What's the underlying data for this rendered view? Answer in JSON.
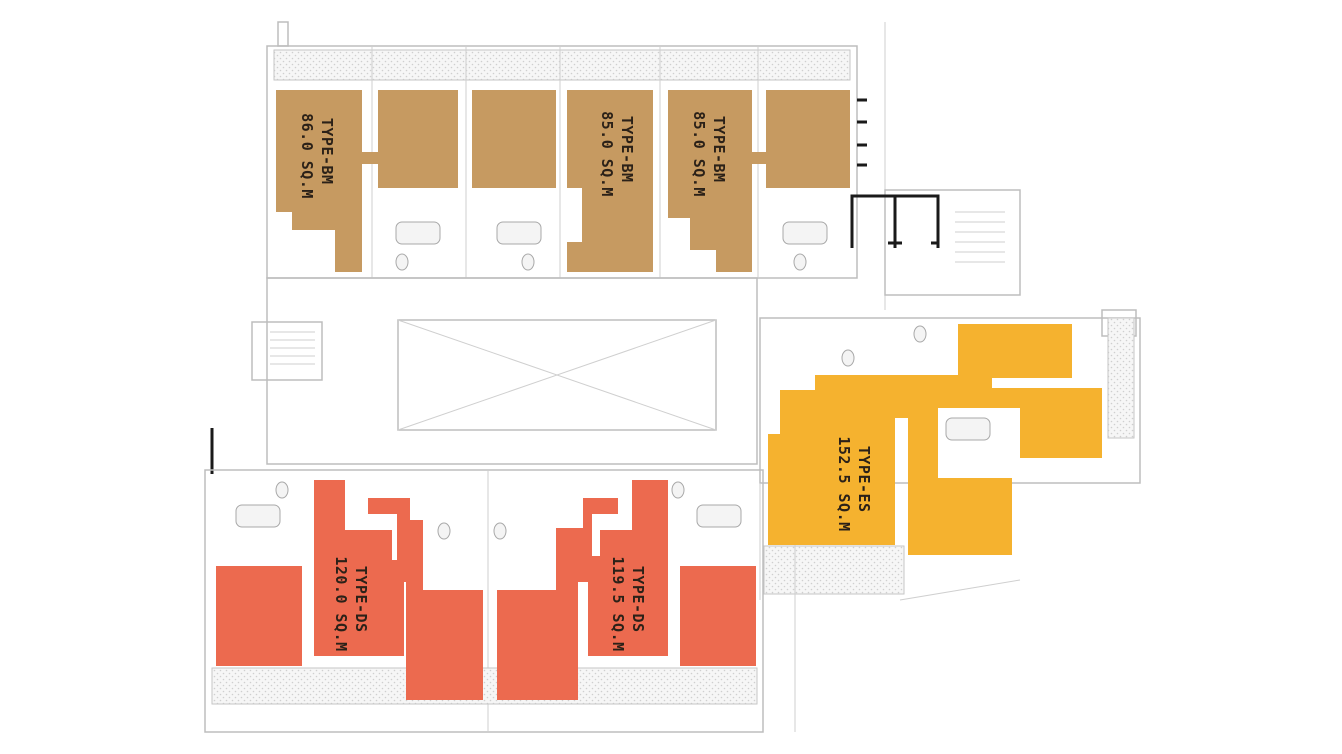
{
  "colors": {
    "type_bm": "#c69a61",
    "type_ds": "#ec6a4f",
    "type_es": "#f5b22f",
    "walls": "#bdbdbd",
    "background": "#ffffff"
  },
  "units": [
    {
      "id": "bm-1",
      "type": "TYPE-BM",
      "area": "86.0 SQ.M"
    },
    {
      "id": "bm-2",
      "type": "TYPE-BM",
      "area": "85.0 SQ.M"
    },
    {
      "id": "bm-3",
      "type": "TYPE-BM",
      "area": "85.0 SQ.M"
    },
    {
      "id": "es-1",
      "type": "TYPE-ES",
      "area": "152.5 SQ.M"
    },
    {
      "id": "ds-1",
      "type": "TYPE-DS",
      "area": "120.0 SQ.M"
    },
    {
      "id": "ds-2",
      "type": "TYPE-DS",
      "area": "119.5 SQ.M"
    }
  ]
}
